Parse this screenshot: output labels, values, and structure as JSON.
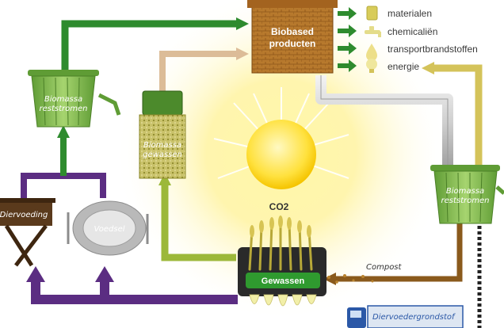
{
  "center": {
    "co2_label": "CO2",
    "crops_label": "Gewassen"
  },
  "products": {
    "label_line1": "Biobased",
    "label_line2": "producten",
    "outputs": [
      {
        "label": "materialen",
        "icon": "cube-icon"
      },
      {
        "label": "chemicaliën",
        "icon": "tap-icon"
      },
      {
        "label": "transportbrandstoffen",
        "icon": "fuel-drop-icon"
      },
      {
        "label": "energie",
        "icon": "lightbulb-icon"
      }
    ]
  },
  "bins": {
    "left_residue": {
      "line1": "Biomassa",
      "line2": "reststromen"
    },
    "crops_biomass": {
      "line1": "Biomassa",
      "line2": "gewassen"
    },
    "right_residue": {
      "line1": "Biomassa",
      "line2": "reststromen"
    }
  },
  "feed": {
    "label": "Diervoeding"
  },
  "food": {
    "label": "Voedsel"
  },
  "compost": {
    "label": "Compost"
  },
  "truck": {
    "label": "Diervoedergrondstof"
  },
  "colors": {
    "arrow_green": "#2e8b2e",
    "arrow_tan": "#d8b48a",
    "arrow_olive": "#9cb83a",
    "arrow_purple": "#5b2d82",
    "arrow_khaki": "#d4c35a",
    "arrow_brown": "#8a5a1c",
    "sun_core": "#ffe34a",
    "brick": "#b7792d",
    "bin_green": "#7dbb4a",
    "pipe": "#d9d9d9",
    "truck_blue": "#2b58a7"
  }
}
